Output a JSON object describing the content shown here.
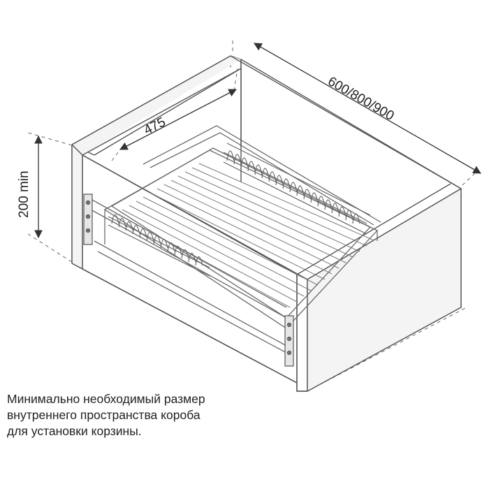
{
  "dimensions": {
    "width": "600/800/900",
    "depth": "475",
    "height": "200 min"
  },
  "caption": {
    "line1": "Минимально необходимый размер",
    "line2": "внутреннего пространства короба",
    "line3": "для установки корзины."
  },
  "colors": {
    "line": "#555555",
    "basket": "#6a6a6a",
    "panel": "#f4f4f4"
  }
}
